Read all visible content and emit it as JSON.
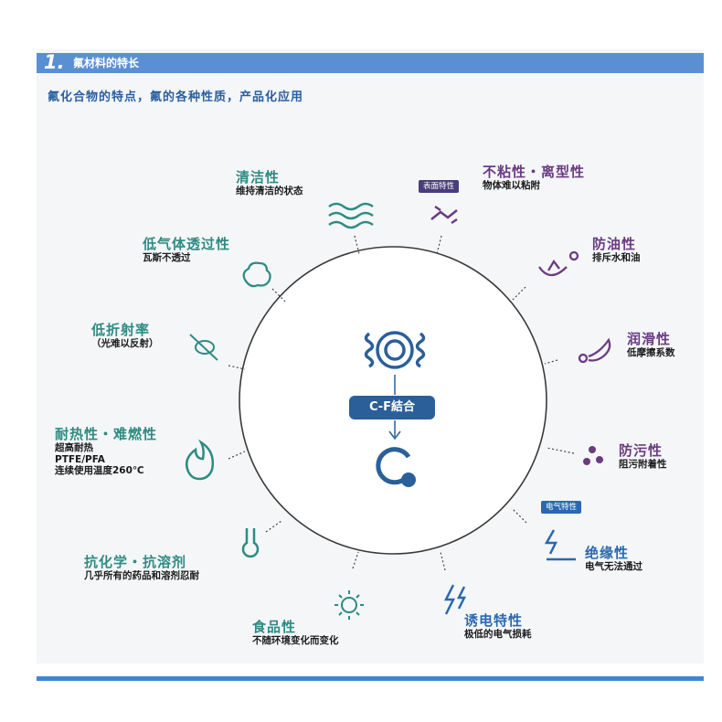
{
  "header": {
    "number": "1.",
    "title": "氟材料的特长"
  },
  "subtitle": "氟化合物的特点，氟的各种性质，产品化应用",
  "center": {
    "badge": "C-F結合"
  },
  "tags": {
    "surface": "表面特性",
    "electric": "电气特性"
  },
  "features": [
    {
      "title": "清洁性",
      "desc": [
        "维持清洁的状态"
      ],
      "icon": "waves-icon",
      "color": "#2e8b83"
    },
    {
      "title": "不粘性・离型性",
      "desc": [
        "物体难以粘附"
      ],
      "icon": "release-icon",
      "color": "#6b3b82"
    },
    {
      "title": "防油性",
      "desc": [
        "排斥水和油"
      ],
      "icon": "oil-drop-icon",
      "color": "#6b3b82"
    },
    {
      "title": "润滑性",
      "desc": [
        "低摩擦系数"
      ],
      "icon": "lubricate-icon",
      "color": "#6b3b82"
    },
    {
      "title": "防污性",
      "desc": [
        "阻污附着性"
      ],
      "icon": "gears-icon",
      "color": "#6b3b82"
    },
    {
      "title": "绝缘性",
      "desc": [
        "电气无法通过"
      ],
      "icon": "insulation-icon",
      "color": "#2a68b0"
    },
    {
      "title": "诱电特性",
      "desc": [
        "极低的电气损耗"
      ],
      "icon": "lightning-icon",
      "color": "#2a68b0"
    },
    {
      "title": "食品性",
      "desc": [
        "不随环境变化而变化"
      ],
      "icon": "sun-icon",
      "color": "#2e8b83"
    },
    {
      "title": "抗化学・抗溶剂",
      "desc": [
        "几乎所有的药品和溶剂忍耐"
      ],
      "icon": "flask-icon",
      "color": "#2e8b83"
    },
    {
      "title": "耐热性・难燃性",
      "desc": [
        "超高耐热",
        "PTFE/PFA",
        "连续使用温度260℃"
      ],
      "icon": "flame-icon",
      "color": "#2e8b83"
    },
    {
      "title": "低折射率",
      "desc": [
        "（光难以反射）"
      ],
      "icon": "refraction-icon",
      "color": "#2e8b83"
    },
    {
      "title": "低气体透过性",
      "desc": [
        "瓦斯不透过"
      ],
      "icon": "gas-cloud-icon",
      "color": "#2e8b83"
    }
  ]
}
